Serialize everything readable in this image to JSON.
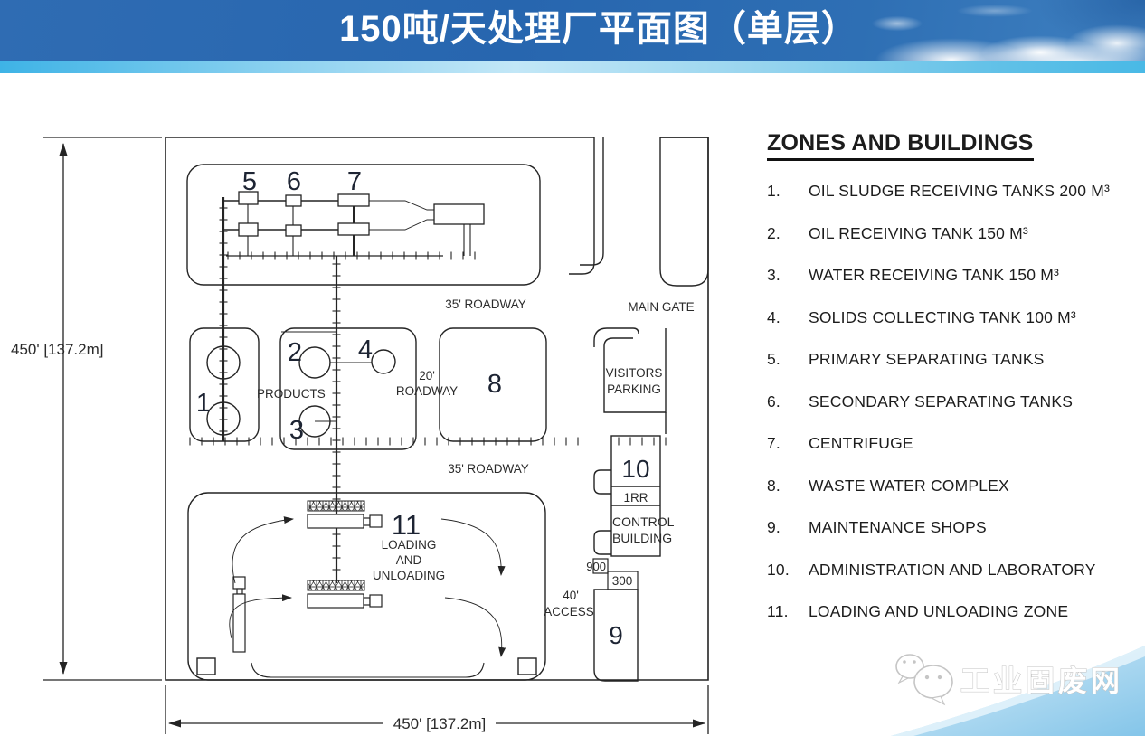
{
  "header": {
    "title": "150吨/天处理厂平面图（单层）"
  },
  "legend": {
    "title": "ZONES AND BUILDINGS",
    "items": [
      {
        "num": "1.",
        "label": "OIL SLUDGE RECEIVING TANKS 200 M³"
      },
      {
        "num": "2.",
        "label": "OIL RECEIVING TANK 150 M³"
      },
      {
        "num": "3.",
        "label": "WATER RECEIVING TANK 150 M³"
      },
      {
        "num": "4.",
        "label": "SOLIDS COLLECTING TANK 100 M³"
      },
      {
        "num": "5.",
        "label": "PRIMARY SEPARATING TANKS"
      },
      {
        "num": "6.",
        "label": "SECONDARY SEPARATING TANKS"
      },
      {
        "num": "7.",
        "label": "CENTRIFUGE"
      },
      {
        "num": "8.",
        "label": "WASTE WATER COMPLEX"
      },
      {
        "num": "9.",
        "label": "MAINTENANCE SHOPS"
      },
      {
        "num": "10.",
        "label": "ADMINISTRATION AND LABORATORY"
      },
      {
        "num": "11.",
        "label": "LOADING AND UNLOADING ZONE"
      }
    ]
  },
  "diagram": {
    "dim_left": "450' [137.2m]",
    "dim_bottom": "450' [137.2m]",
    "zones": {
      "n1": "1",
      "n2": "2",
      "n3": "3",
      "n4": "4",
      "n5": "5",
      "n6": "6",
      "n7": "7",
      "n8": "8",
      "n9": "9",
      "n10": "10",
      "n11": "11"
    },
    "texts": {
      "roadway35_top": "35' ROADWAY",
      "roadway35_mid": "35' ROADWAY",
      "roadway20_l1": "20'",
      "roadway20_l2": "ROADWAY",
      "main_gate": "MAIN GATE",
      "visitors_l1": "VISITORS",
      "visitors_l2": "PARKING",
      "products": "PRODUCTS",
      "irr": "1RR",
      "control_l1": "CONTROL",
      "control_l2": "BUILDING",
      "b900": "900",
      "b300": "300",
      "access_l1": "40'",
      "access_l2": "ACCESS",
      "loading_l1": "LOADING",
      "loading_l2": "AND",
      "loading_l3": "UNLOADING"
    }
  },
  "watermark": {
    "text": "工业固废网"
  },
  "colors": {
    "header_blue": "#2a68b0",
    "strip_blue": "#47b7e8",
    "line": "#242424",
    "swoosh": "#8ac8ea"
  }
}
